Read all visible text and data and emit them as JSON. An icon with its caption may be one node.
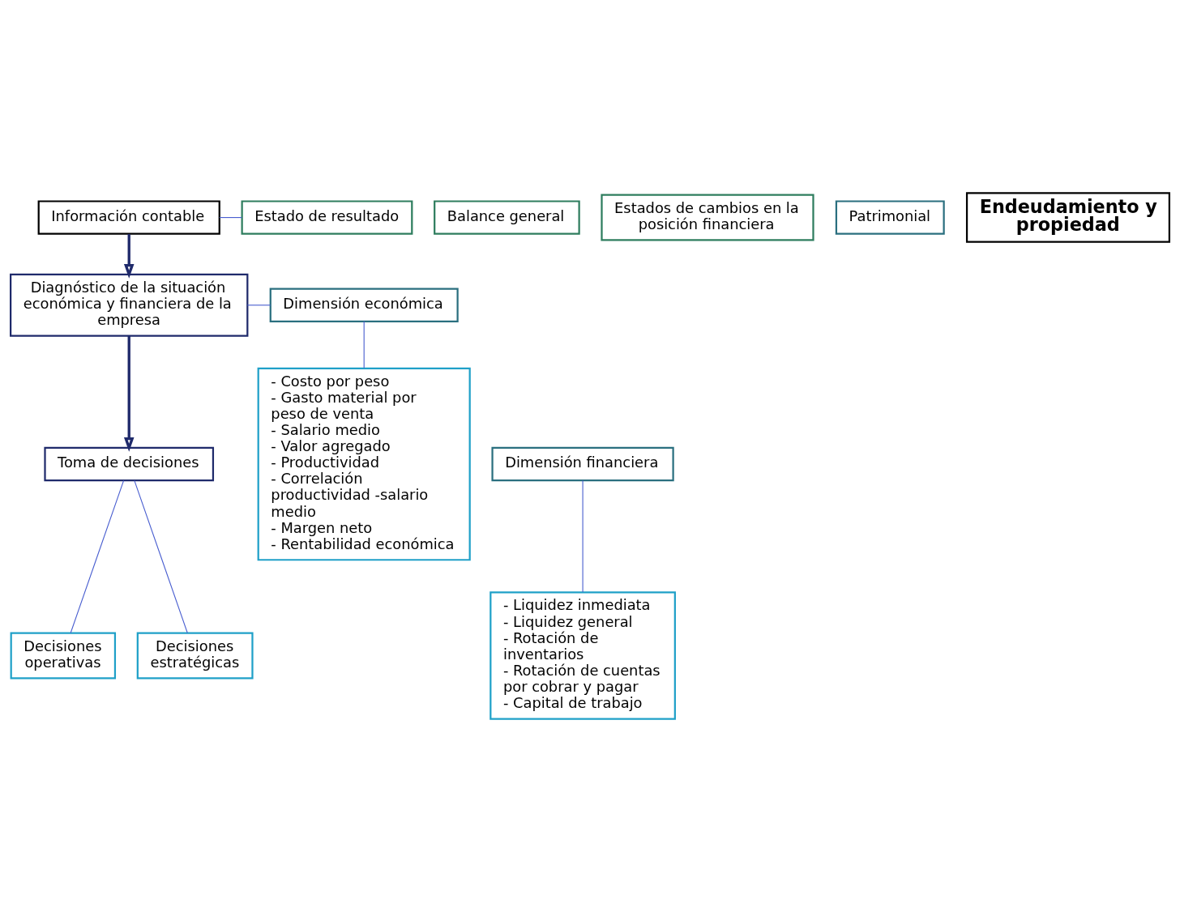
{
  "diagram": {
    "nodes": [
      {
        "text": [
          "Información contable"
        ]
      },
      {
        "text": [
          "Estado de resultado"
        ]
      },
      {
        "text": [
          "Balance general"
        ]
      },
      {
        "text": [
          "Estados de cambios en la posición financiera"
        ]
      },
      {
        "text": [
          "Diagnóstico de la situación económica y financiera de la empresa"
        ]
      },
      {
        "text": [
          "Dimensión económica"
        ]
      },
      {
        "text": [
          "Dimensión financiera"
        ]
      },
      {
        "text": [
          "Patrimonial"
        ]
      },
      {
        "text": [
          "Toma de decisiones"
        ]
      },
      {
        "text": [
          "Decisiones operativas"
        ]
      },
      {
        "text": [
          "Decisiones estratégicas"
        ]
      },
      {
        "text": [
          "Endeudamiento y propiedad"
        ]
      },
      {
        "text": [
          "- Costo por peso",
          "- Gasto material por peso de venta",
          "- Salario medio",
          "- Valor agregado",
          "- Productividad",
          "- Correlación productividad -salario medio",
          "- Margen neto",
          "- Rentabilidad económica"
        ]
      },
      {
        "text": [
          "- Liquidez inmediata",
          "- Liquidez general",
          "- Rotación de inventarios",
          "- Rotación de cuentas por cobrar y pagar",
          "- Capital de trabajo"
        ]
      }
    ],
    "edges": [
      {
        "from": 0,
        "to": 1,
        "arrow": "none",
        "color": "#4a5fd0"
      },
      {
        "from": 0,
        "to": 4,
        "arrow": "to",
        "style": "thick",
        "color": "#1f2a6b"
      },
      {
        "from": 4,
        "to": 5,
        "arrow": "none",
        "color": "#4a5fd0"
      },
      {
        "from": 4,
        "to": 8,
        "arrow": "to",
        "style": "thick",
        "color": "#1f2a6b"
      },
      {
        "from": 8,
        "to": 9,
        "arrow": "none",
        "color": "#4a5fd0"
      },
      {
        "from": 8,
        "to": 10,
        "arrow": "none",
        "color": "#4a5fd0"
      },
      {
        "from": 5,
        "to": 12,
        "arrow": "none",
        "color": "#4a5fd0"
      },
      {
        "from": 6,
        "to": 13,
        "arrow": "none",
        "color": "#4a5fd0"
      }
    ]
  }
}
